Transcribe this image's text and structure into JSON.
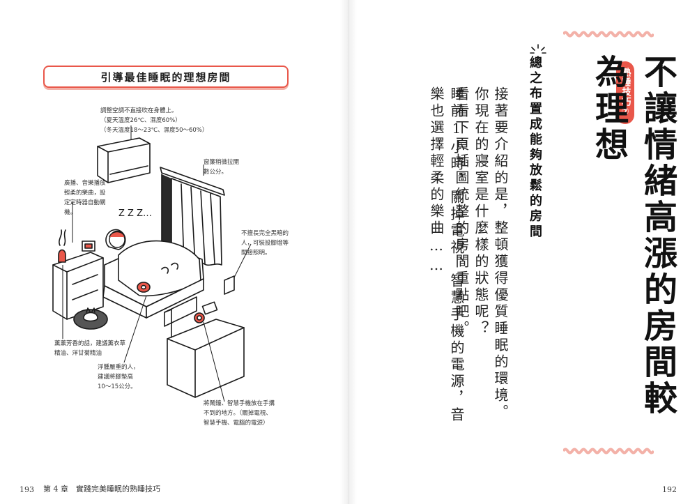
{
  "left_page": {
    "illustration_title": "引導最佳睡眠的理想房間",
    "annotations": {
      "aircon": "調整空調不直接吹在身體上。\n（夏天溫度26℃、濕度60%）\n（冬天溫度18～23℃、濕度50～60%）",
      "curtain": "窗簾稍微拉開\n數公分。",
      "radio": "廣播、音樂播放\n輕柔的樂曲，設\n定定時器自動關\n機。",
      "nightlight": "不擅長完全黑暗的\n人，可裝設腳燈等\n間接照明。",
      "aroma": "薰薰芳香的話，建議薰衣草\n精油、洋甘菊精油",
      "mattress": "浮腫嚴重的人，\n建議將腳墊高\n10～15公分。",
      "phone": "將鬧鐘、智慧手機放在手搆\n不到的地方。（關掉電視、\n智慧手機、電腦的電源）"
    },
    "sleep_text": "Z Z Z…",
    "page_number": "193",
    "running_head": "第 4 章　實踐完美睡眠的熟睡技巧"
  },
  "right_page": {
    "tag": "熟睡技巧⑦",
    "headline": "不讓情緒高漲的房間較為理想",
    "subheadline": "總之布置成能夠放鬆的房間",
    "body": [
      "接著要介紹的是，整頓獲得優質睡眠的環境。",
      "你現在的寢室是什麼樣的狀態呢？",
      "看看下頁插圖統整的房間重點吧。",
      "睡前1小時，關掉電視、智慧手機的電源，音樂也選擇輕柔的樂曲……"
    ],
    "page_number": "192"
  },
  "colors": {
    "accent": "#e9574a",
    "accent_light": "#f3b1a8",
    "ink": "#1a1a1a"
  }
}
